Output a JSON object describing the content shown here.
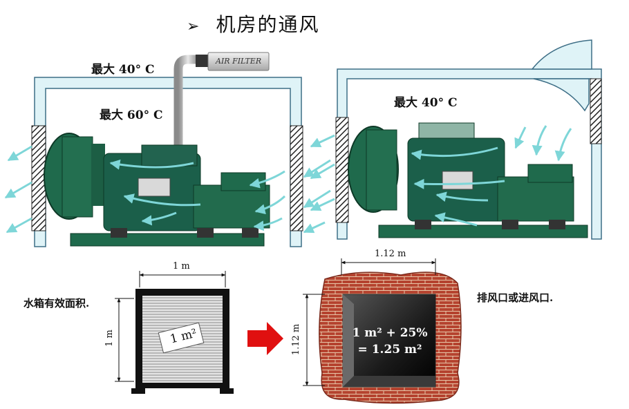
{
  "title": {
    "bullet": "➢",
    "text": "机房的通风"
  },
  "left_room": {
    "outside_temp": "最大 40° C",
    "inside_temp": "最大 60° C",
    "air_filter": "AIR FILTER"
  },
  "right_room": {
    "inside_temp": "最大 40° C"
  },
  "radiator": {
    "label": "水箱有效面积.",
    "width_label": "1 m",
    "height_label": "1 m",
    "area_tag": "1 m²"
  },
  "opening": {
    "label": "排风口或进风口.",
    "width_label": "1.12 m",
    "height_label": "1.12 m",
    "formula_line1": "1 m² + 25%",
    "formula_line2": "= 1.25 m²"
  },
  "colors": {
    "wall": "#dff3f7",
    "wall_stroke": "#3d6e86",
    "engine": "#1f6a4c",
    "airflow": "#7ed6d8",
    "brick": "#b5432f",
    "arrow_red": "#e01010"
  }
}
